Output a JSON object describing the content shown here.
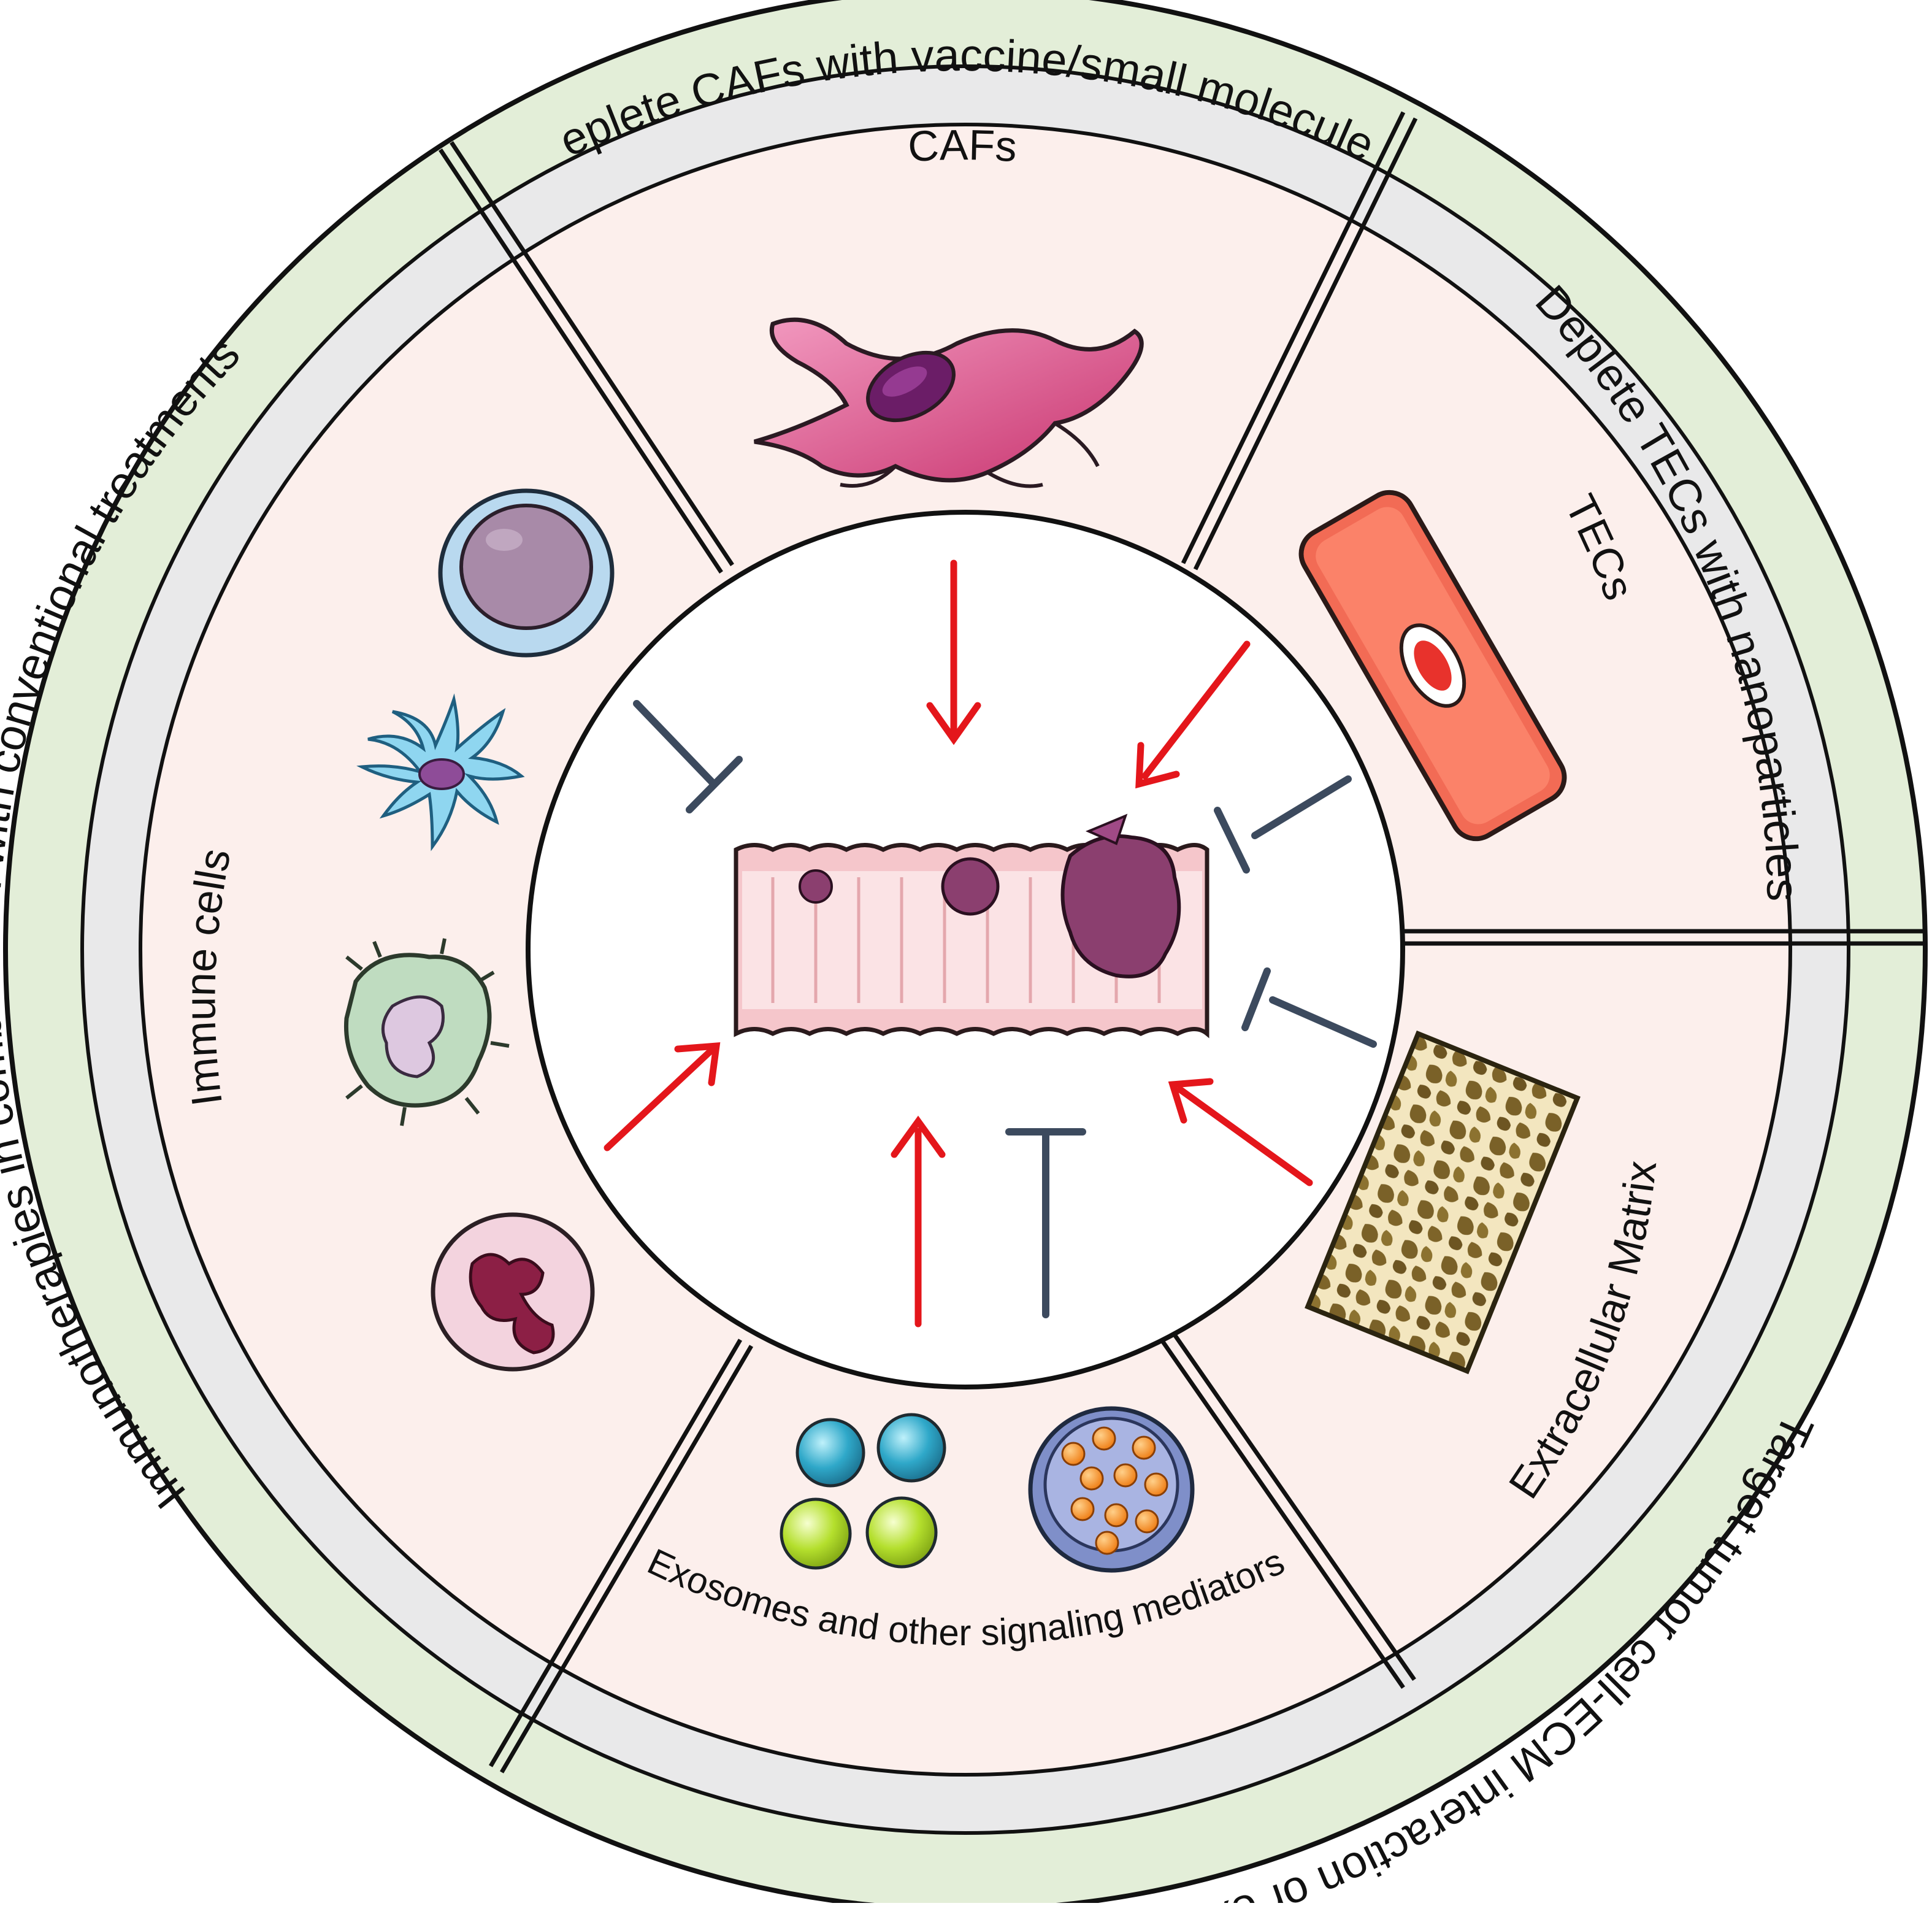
{
  "colors": {
    "outer_ring": "#e3eed8",
    "middle_ring": "#e9e9ea",
    "inner_ring": "#fcefec",
    "center": "#ffffff",
    "stroke": "#111111",
    "activate_arrow": "#e4161b",
    "inhibit_arrow": "#3c4a5e"
  },
  "outer_ring": {
    "caf_strategy": "Deplete CAFs with vaccine/small molecules",
    "tec_strategy": "Deplete TECs with nanoparticles",
    "ecm_exosome_strategy": "Target tumor cell-ECM interaction or exosome administration",
    "immune_strategy": "Immunotherapies in combination with conventional treatments"
  },
  "middle_ring": {
    "cafs": "CAFs",
    "tecs": "TECs",
    "ecm": "Extracellular Matrix",
    "exosomes": "Exosomes and other signaling mediators",
    "immune": "Immune cells"
  },
  "icons": {
    "caf": "fibroblast-icon",
    "tec": "endothelial-cell-icon",
    "ecm": "extracellular-matrix-icon",
    "exosome_spheres": "spheres-icon",
    "exosome_vesicle": "exosome-vesicle-icon",
    "lymphocyte": "lymphocyte-icon",
    "dendritic": "dendritic-cell-icon",
    "macrophage": "macrophage-icon",
    "neutrophil": "neutrophil-icon",
    "colon": "colon-tumor-icon"
  }
}
